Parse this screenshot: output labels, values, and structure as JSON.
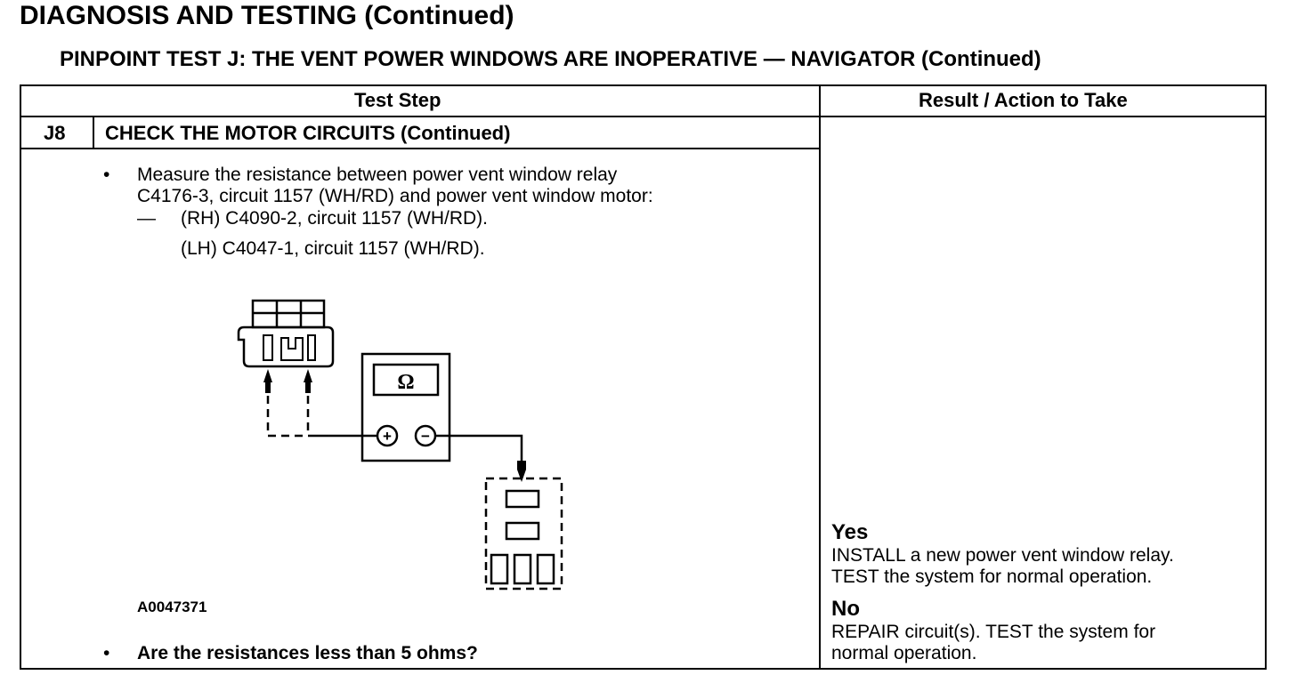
{
  "header": {
    "title": "DIAGNOSIS AND TESTING (Continued)",
    "subtitle": "PINPOINT TEST  J: THE VENT POWER WINDOWS ARE INOPERATIVE — NAVIGATOR (Continued)"
  },
  "table": {
    "col_test_step": "Test Step",
    "col_result": "Result / Action to Take",
    "step_id": "J8",
    "step_title": "CHECK THE MOTOR CIRCUITS (Continued)",
    "bullet_symbol": "•",
    "dash_symbol": "—",
    "instruction_line1": "Measure the resistance between power vent window relay",
    "instruction_line2": "C4176-3, circuit 1157 (WH/RD) and power vent window motor:",
    "instruction_rh": "(RH) C4090-2, circuit 1157 (WH/RD).",
    "instruction_lh": "(LH) C4047-1, circuit 1157 (WH/RD).",
    "figure_id": "A0047371",
    "question": "Are the resistances less than 5 ohms?",
    "meter_symbol": "Ω",
    "plus_symbol": "+",
    "minus_symbol": "−"
  },
  "results": {
    "yes_label": "Yes",
    "yes_line1": "INSTALL a new power vent window relay.",
    "yes_line2": "TEST the system for normal operation.",
    "no_label": "No",
    "no_line1": "REPAIR circuit(s). TEST the system for",
    "no_line2": "normal operation."
  }
}
